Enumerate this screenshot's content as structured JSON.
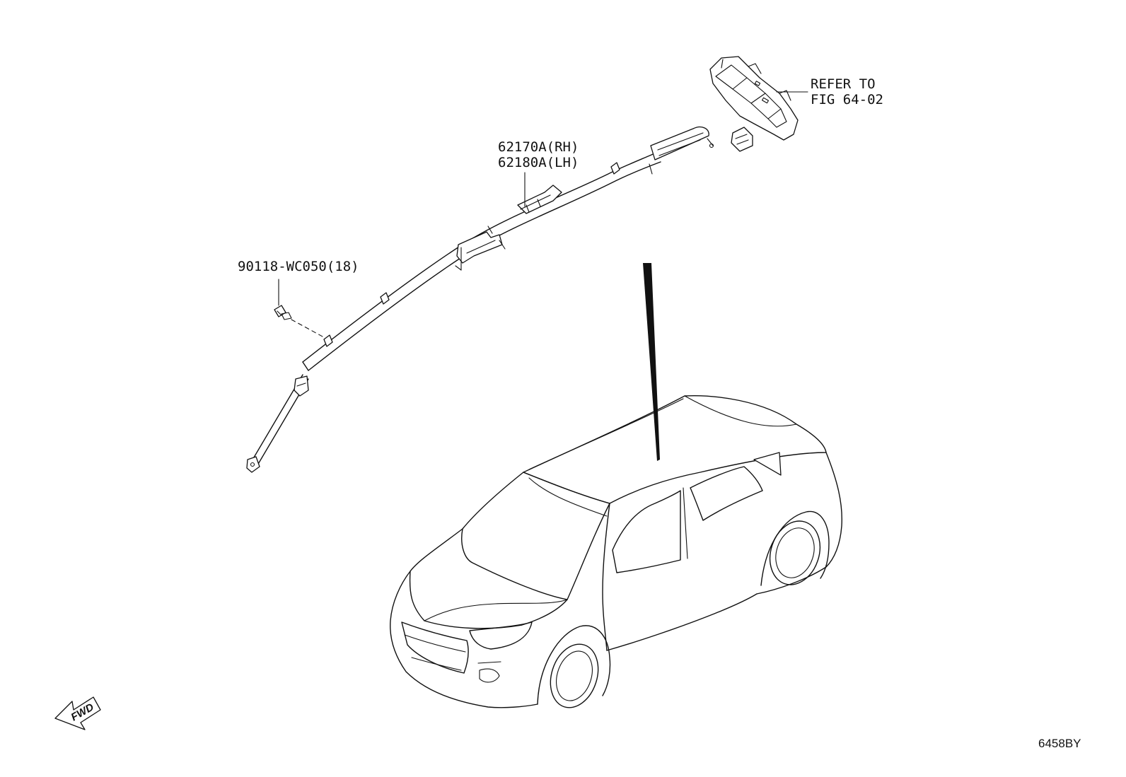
{
  "callouts": {
    "airbag_rh": "62170A(RH)",
    "airbag_lh": "62180A(LH)",
    "bolt": "90118-WC050(18)",
    "refer_line1": "REFER TO",
    "refer_line2": "FIG 64-02"
  },
  "fwd_arrow": {
    "label": "FWD"
  },
  "figure_code": "6458BY"
}
